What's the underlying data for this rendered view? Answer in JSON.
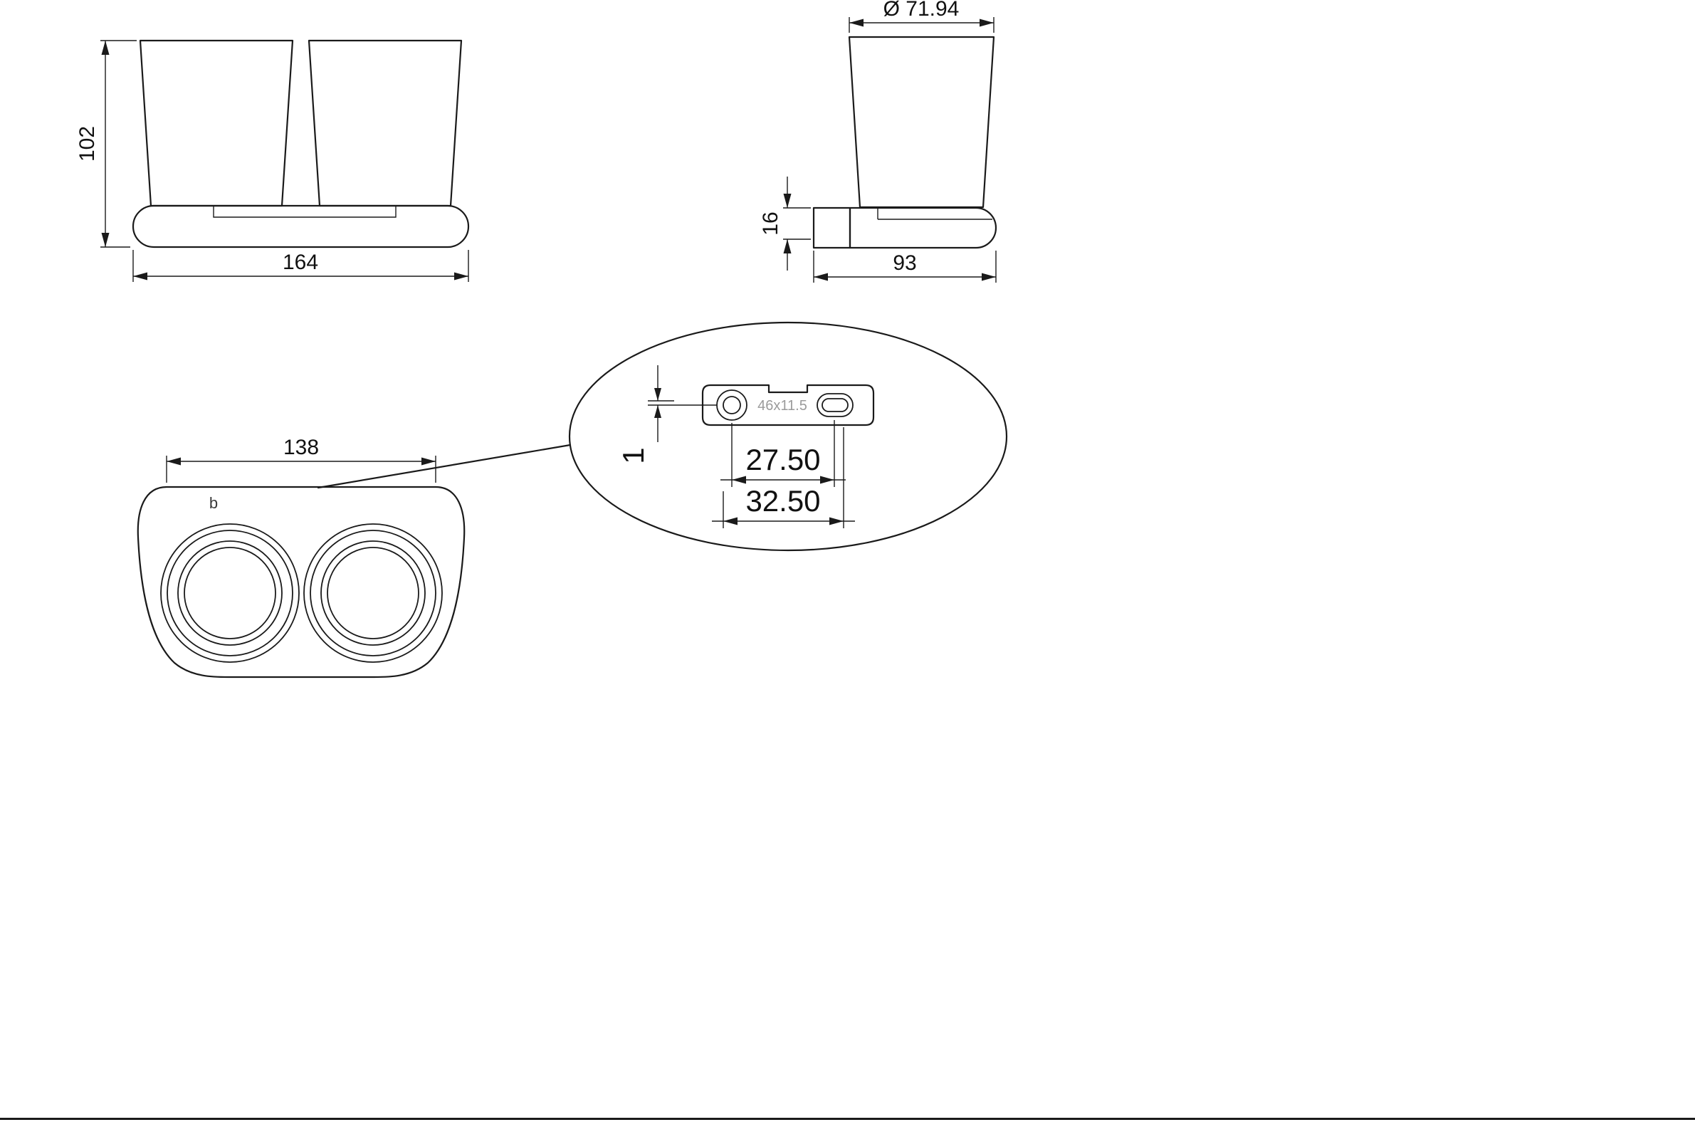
{
  "drawing": {
    "front_view": {
      "height_dim": "102",
      "width_dim": "164"
    },
    "side_view": {
      "diameter_dim": "Ø 71.94",
      "plate_height_dim": "16",
      "depth_dim": "93"
    },
    "top_view": {
      "width_dim": "138",
      "brand_mark": "b"
    },
    "detail_view": {
      "plate_size_label": "46x11.5",
      "offset_dim": "1",
      "hole_spacing_dim": "27.50",
      "mount_spacing_dim": "32.50"
    }
  },
  "colors": {
    "line": "#1a1a1a",
    "muted_text": "#9b9b9b",
    "background": "#ffffff"
  }
}
